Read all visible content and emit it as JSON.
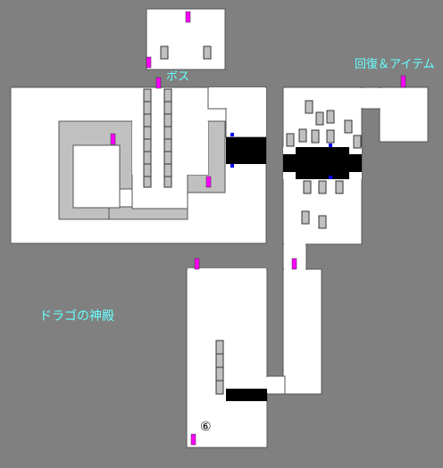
{
  "map": {
    "area_name": "ドラゴの神殿",
    "boss_label": "ボス",
    "recovery_label": "回復＆アイテム",
    "floor_marker": "⑥"
  },
  "colors": {
    "background": "#808080",
    "floor": "#ffffff",
    "corridor": "#c0c0c0",
    "door": "#ff00ff",
    "pillar": "#c0c0c0",
    "gap": "#000000",
    "switch": "#0000ff",
    "label": "#66ffff"
  }
}
